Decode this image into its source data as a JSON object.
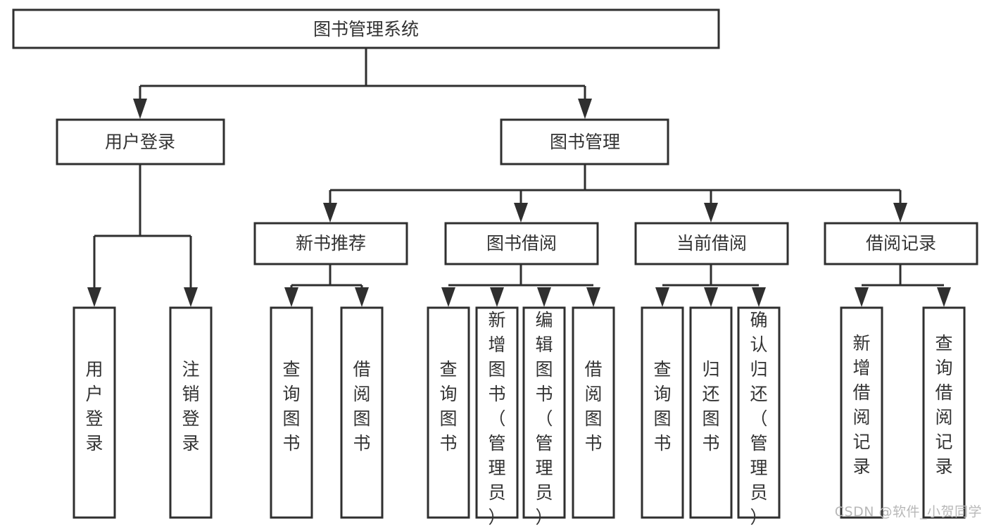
{
  "diagram": {
    "title": "图书管理系统",
    "type": "tree-hierarchy-diagram",
    "watermark": "CSDN @软件_小贺同学",
    "colors": {
      "box_fill": "#ffffff",
      "box_stroke": "#2f2f2f",
      "text": "#333333",
      "background": "#ffffff",
      "watermark": "#b8b8b8"
    },
    "levels": {
      "root": "图书管理系统",
      "level2": [
        "用户登录",
        "图书管理"
      ],
      "level3": [
        "新书推荐",
        "图书借阅",
        "当前借阅",
        "借阅记录"
      ]
    },
    "nodes": {
      "root": {
        "label": "图书管理系统"
      },
      "user_login": {
        "label": "用户登录"
      },
      "book_manage": {
        "label": "图书管理"
      },
      "new_book_rec": {
        "label": "新书推荐"
      },
      "book_borrow": {
        "label": "图书借阅"
      },
      "current_borrow": {
        "label": "当前借阅"
      },
      "borrow_record": {
        "label": "借阅记录"
      },
      "leaf_user_login": {
        "label": "用户登录"
      },
      "leaf_logout": {
        "label": "注销登录"
      },
      "leaf_query_book_a": {
        "label": "查询图书"
      },
      "leaf_borrow_book_a": {
        "label": "借阅图书"
      },
      "leaf_query_book_b": {
        "label": "查询图书"
      },
      "leaf_add_book": {
        "label": "新增图书（管理员）"
      },
      "leaf_edit_book": {
        "label": "编辑图书（管理员）"
      },
      "leaf_borrow_book_b": {
        "label": "借阅图书"
      },
      "leaf_query_book_c": {
        "label": "查询图书"
      },
      "leaf_return_book": {
        "label": "归还图书"
      },
      "leaf_confirm_return": {
        "label": "确认归还（管理员）"
      },
      "leaf_add_record": {
        "label": "新增借阅记录"
      },
      "leaf_query_record": {
        "label": "查询借阅记录"
      }
    },
    "edges": [
      {
        "from": "图书管理系统",
        "to": "用户登录"
      },
      {
        "from": "图书管理系统",
        "to": "图书管理"
      },
      {
        "from": "用户登录",
        "to": "用户登录"
      },
      {
        "from": "用户登录",
        "to": "注销登录"
      },
      {
        "from": "图书管理",
        "to": "新书推荐"
      },
      {
        "from": "图书管理",
        "to": "图书借阅"
      },
      {
        "from": "图书管理",
        "to": "当前借阅"
      },
      {
        "from": "图书管理",
        "to": "借阅记录"
      },
      {
        "from": "新书推荐",
        "to": "查询图书"
      },
      {
        "from": "新书推荐",
        "to": "借阅图书"
      },
      {
        "from": "图书借阅",
        "to": "查询图书"
      },
      {
        "from": "图书借阅",
        "to": "新增图书（管理员）"
      },
      {
        "from": "图书借阅",
        "to": "编辑图书（管理员）"
      },
      {
        "from": "图书借阅",
        "to": "借阅图书"
      },
      {
        "from": "当前借阅",
        "to": "查询图书"
      },
      {
        "from": "当前借阅",
        "to": "归还图书"
      },
      {
        "from": "当前借阅",
        "to": "确认归还（管理员）"
      },
      {
        "from": "借阅记录",
        "to": "新增借阅记录"
      },
      {
        "from": "借阅记录",
        "to": "查询借阅记录"
      }
    ]
  }
}
